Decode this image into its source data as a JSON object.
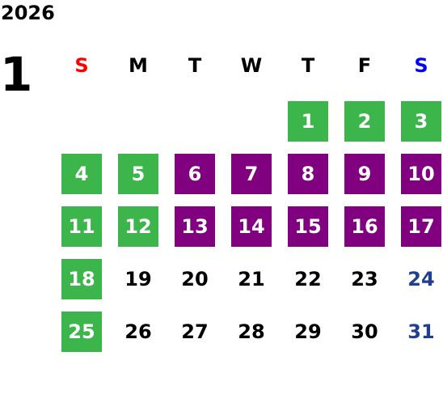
{
  "calendar": {
    "year": "2026",
    "month": "1",
    "weekdays": [
      {
        "label": "S",
        "color": "#ff0000"
      },
      {
        "label": "M",
        "color": "#000000"
      },
      {
        "label": "T",
        "color": "#000000"
      },
      {
        "label": "W",
        "color": "#000000"
      },
      {
        "label": "T",
        "color": "#000000"
      },
      {
        "label": "F",
        "color": "#000000"
      },
      {
        "label": "S",
        "color": "#0000ff"
      }
    ],
    "colors": {
      "green": "#3cb54a",
      "purple": "#800080",
      "default_text": "#000000",
      "sunday_text": "#1f3f8f",
      "highlight_text": "#ffffff"
    },
    "weeks": [
      [
        null,
        null,
        null,
        null,
        {
          "day": "1",
          "style": "green"
        },
        {
          "day": "2",
          "style": "green"
        },
        {
          "day": "3",
          "style": "green"
        }
      ],
      [
        {
          "day": "4",
          "style": "green"
        },
        {
          "day": "5",
          "style": "green"
        },
        {
          "day": "6",
          "style": "purple"
        },
        {
          "day": "7",
          "style": "purple"
        },
        {
          "day": "8",
          "style": "purple"
        },
        {
          "day": "9",
          "style": "purple"
        },
        {
          "day": "10",
          "style": "purple"
        }
      ],
      [
        {
          "day": "11",
          "style": "green"
        },
        {
          "day": "12",
          "style": "green"
        },
        {
          "day": "13",
          "style": "purple"
        },
        {
          "day": "14",
          "style": "purple"
        },
        {
          "day": "15",
          "style": "purple"
        },
        {
          "day": "16",
          "style": "purple"
        },
        {
          "day": "17",
          "style": "purple"
        }
      ],
      [
        {
          "day": "18",
          "style": "green"
        },
        {
          "day": "19",
          "style": "plain"
        },
        {
          "day": "20",
          "style": "plain"
        },
        {
          "day": "21",
          "style": "plain"
        },
        {
          "day": "22",
          "style": "plain"
        },
        {
          "day": "23",
          "style": "plain"
        },
        {
          "day": "24",
          "style": "sat"
        }
      ],
      [
        {
          "day": "25",
          "style": "green"
        },
        {
          "day": "26",
          "style": "plain"
        },
        {
          "day": "27",
          "style": "plain"
        },
        {
          "day": "28",
          "style": "plain"
        },
        {
          "day": "29",
          "style": "plain"
        },
        {
          "day": "30",
          "style": "plain"
        },
        {
          "day": "31",
          "style": "sat"
        }
      ]
    ]
  }
}
